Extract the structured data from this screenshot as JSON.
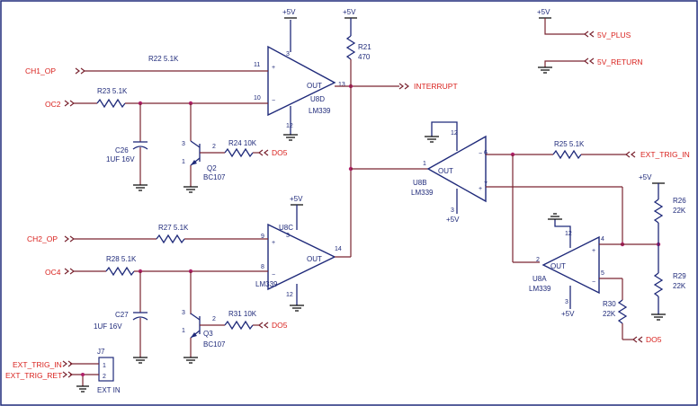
{
  "power": {
    "vcc": "+5V",
    "vcc_label": "5V_PLUS",
    "gnd_label": "5V_RETURN"
  },
  "inputs": {
    "ch1": "CH1_OP",
    "oc2": "OC2",
    "ch2": "CH2_OP",
    "oc4": "OC4",
    "do5_top": "DO5",
    "do5_bottom": "DO5",
    "do5_right": "DO5",
    "ext_trig_in": "EXT_TRIG_IN",
    "ext_trig_ret": "EXT_TRIG_RET"
  },
  "outputs": {
    "interrupt": "INTERRUPT",
    "ext_trig_in": "EXT_TRIG_IN"
  },
  "resistors": {
    "r22": "R22 5.1K",
    "r23": "R23 5.1K",
    "r21_ref": "R21",
    "r21_val": "470",
    "r24": "R24 10K",
    "r27": "R27 5.1K",
    "r28": "R28 5.1K",
    "r31": "R31 10K",
    "r25": "R25 5.1K",
    "r26_ref": "R26",
    "r26_val": "22K",
    "r29_ref": "R29",
    "r29_val": "22K",
    "r30_ref": "R30",
    "r30_val": "22K"
  },
  "capacitors": {
    "c26_ref": "C26",
    "c26_val": "1UF 16V",
    "c27_ref": "C27",
    "c27_val": "1UF 16V"
  },
  "transistors": {
    "q2_ref": "Q2",
    "q2_part": "BC107",
    "q3_ref": "Q3",
    "q3_part": "BC107"
  },
  "comparators": {
    "u8d_ref": "U8D",
    "u8d_part": "LM339",
    "u8c_ref": "U8C",
    "u8c_part": "LM339",
    "u8b_ref": "U8B",
    "u8b_part": "LM339",
    "u8a_ref": "U8A",
    "u8a_part": "LM339",
    "out": "OUT"
  },
  "connector": {
    "ref": "J7",
    "name": "EXT IN",
    "pin1": "1",
    "pin2": "2"
  },
  "pins": {
    "u8d_in_plus": "11",
    "u8d_in_minus": "10",
    "u8d_out": "13",
    "u8d_vcc": "3",
    "u8d_gnd": "12",
    "u8c_in_plus": "9",
    "u8c_in_minus": "8",
    "u8c_out": "14",
    "u8c_vcc": "3",
    "u8c_gnd": "12",
    "u8b_out": "1",
    "u8b_in_a": "6",
    "u8b_in_b": "7",
    "u8b_gnd": "12",
    "u8b_vcc": "3",
    "u8a_out": "2",
    "u8a_in_a": "4",
    "u8a_in_b": "5",
    "u8a_gnd": "12",
    "u8a_vcc": "3",
    "q_c": "3",
    "q_b": "2",
    "q_e": "1"
  }
}
